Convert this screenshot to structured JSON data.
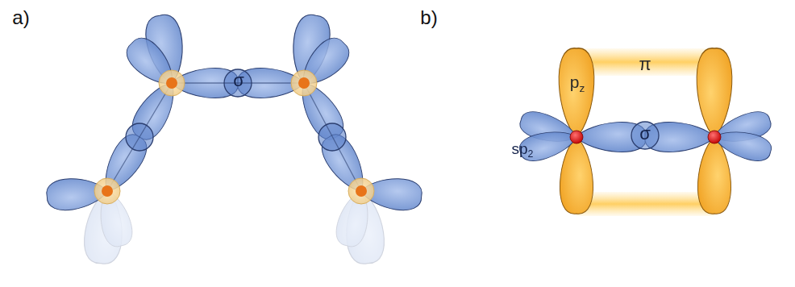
{
  "diagram": {
    "labels": [
      "a)",
      "σ",
      "b)",
      "pz",
      "π",
      "sp2",
      "σ"
    ]
  }
}
